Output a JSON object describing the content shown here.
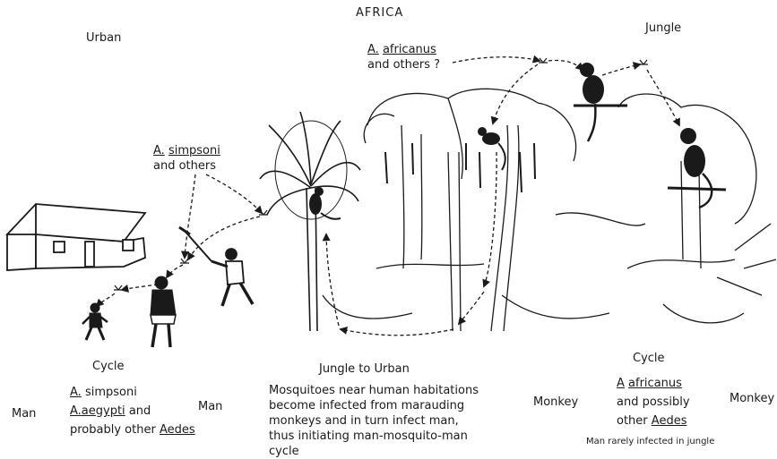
{
  "title": "AFRICA",
  "regions": {
    "urban": "Urban",
    "jungle": "Jungle"
  },
  "vectors": {
    "simpsoni": {
      "genus": "A.",
      "species": "simpsoni",
      "rest": "and others"
    },
    "africanus": {
      "genus": "A.",
      "species": "africanus",
      "rest": "and others ?"
    }
  },
  "cycles": {
    "urban": {
      "heading": "Cycle",
      "left_host": "Man",
      "right_host": "Man",
      "vector1_genus": "A.",
      "vector1_species": "simpsoni",
      "vector2_genus": "A.",
      "vector2_species": "aegypti",
      "vector2_suffix": "and",
      "line3_prefix": "probably other",
      "line3_genus": "Aedes"
    },
    "jungle_to_urban": {
      "heading": "Jungle to Urban",
      "lines": [
        "Mosquitoes near human habitations",
        "become infected from marauding",
        "monkeys and in turn infect man,",
        "thus initiating man-mosquito-man",
        "cycle"
      ]
    },
    "jungle": {
      "heading": "Cycle",
      "left_host": "Monkey",
      "right_host": "Monkey",
      "vector1_genus": "A",
      "vector1_species": "africanus",
      "line2": "and possibly",
      "line3_prefix": "other",
      "line3_genus": "Aedes",
      "note": "Man rarely infected in jungle"
    }
  }
}
